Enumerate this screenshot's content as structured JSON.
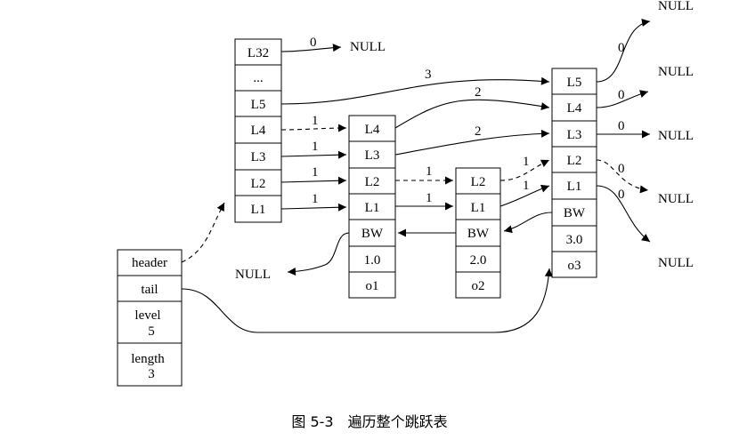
{
  "caption": "图 5-3　遍历整个跳跃表",
  "header_struct": {
    "fields": [
      "header",
      "tail",
      "level",
      "5",
      "length",
      "3"
    ]
  },
  "head_node": {
    "levels": [
      "L32",
      "...",
      "L5",
      "L4",
      "L3",
      "L2",
      "L1"
    ]
  },
  "node1": {
    "levels": [
      "L4",
      "L3",
      "L2",
      "L1"
    ],
    "backward": "BW",
    "score": "1.0",
    "obj": "o1"
  },
  "node2": {
    "levels": [
      "L2",
      "L1"
    ],
    "backward": "BW",
    "score": "2.0",
    "obj": "o2"
  },
  "node3": {
    "levels": [
      "L5",
      "L4",
      "L3",
      "L2",
      "L1"
    ],
    "backward": "BW",
    "score": "3.0",
    "obj": "o3"
  },
  "null_label": "NULL",
  "spans": {
    "head_L32": "0",
    "head_L5": "3",
    "head_L4": "1",
    "head_L3": "1",
    "head_L2": "1",
    "head_L1": "1",
    "n1_L4": "2",
    "n1_L3": "2",
    "n1_L2": "1",
    "n1_L1": "1",
    "n2_L2": "1",
    "n2_L1": "1",
    "n3_L5": "0",
    "n3_L4": "0",
    "n3_L3": "0",
    "n3_L2": "0",
    "n3_L1": "0"
  }
}
